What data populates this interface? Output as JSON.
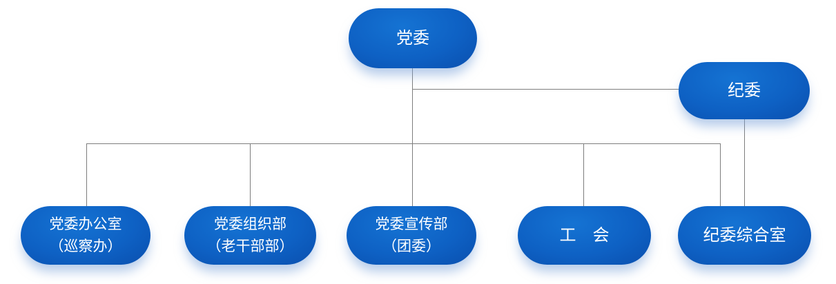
{
  "diagram": {
    "type": "org-chart",
    "colors": {
      "node_fill_light": "#1573d3",
      "node_fill_mid": "#0e61c4",
      "node_fill_dark": "#0a4fae",
      "node_text": "#ffffff",
      "connector": "#7d7d7d",
      "node_shadow": "rgba(122,162,216,0.55)",
      "background": "#ffffff"
    },
    "nodes": {
      "dangwei": {
        "label": "党委"
      },
      "jiwei": {
        "label": "纪委"
      },
      "bangongshi": {
        "line1": "党委办公室",
        "line2": "（巡察办）"
      },
      "zuzhibu": {
        "line1": "党委组织部",
        "line2": "（老干部部）"
      },
      "xuanchuanbu": {
        "line1": "党委宣传部",
        "line2": "（团委）"
      },
      "gonghui": {
        "label": "工　会"
      },
      "zongheshi": {
        "label": "纪委综合室"
      }
    },
    "edges": [
      "党委 → 党委办公室（巡察办）",
      "党委 → 党委组织部（老干部部）",
      "党委 → 党委宣传部（团委）",
      "党委 → 工会",
      "党委 → 纪委综合室",
      "党委 → 纪委",
      "纪委 → 纪委综合室"
    ]
  }
}
